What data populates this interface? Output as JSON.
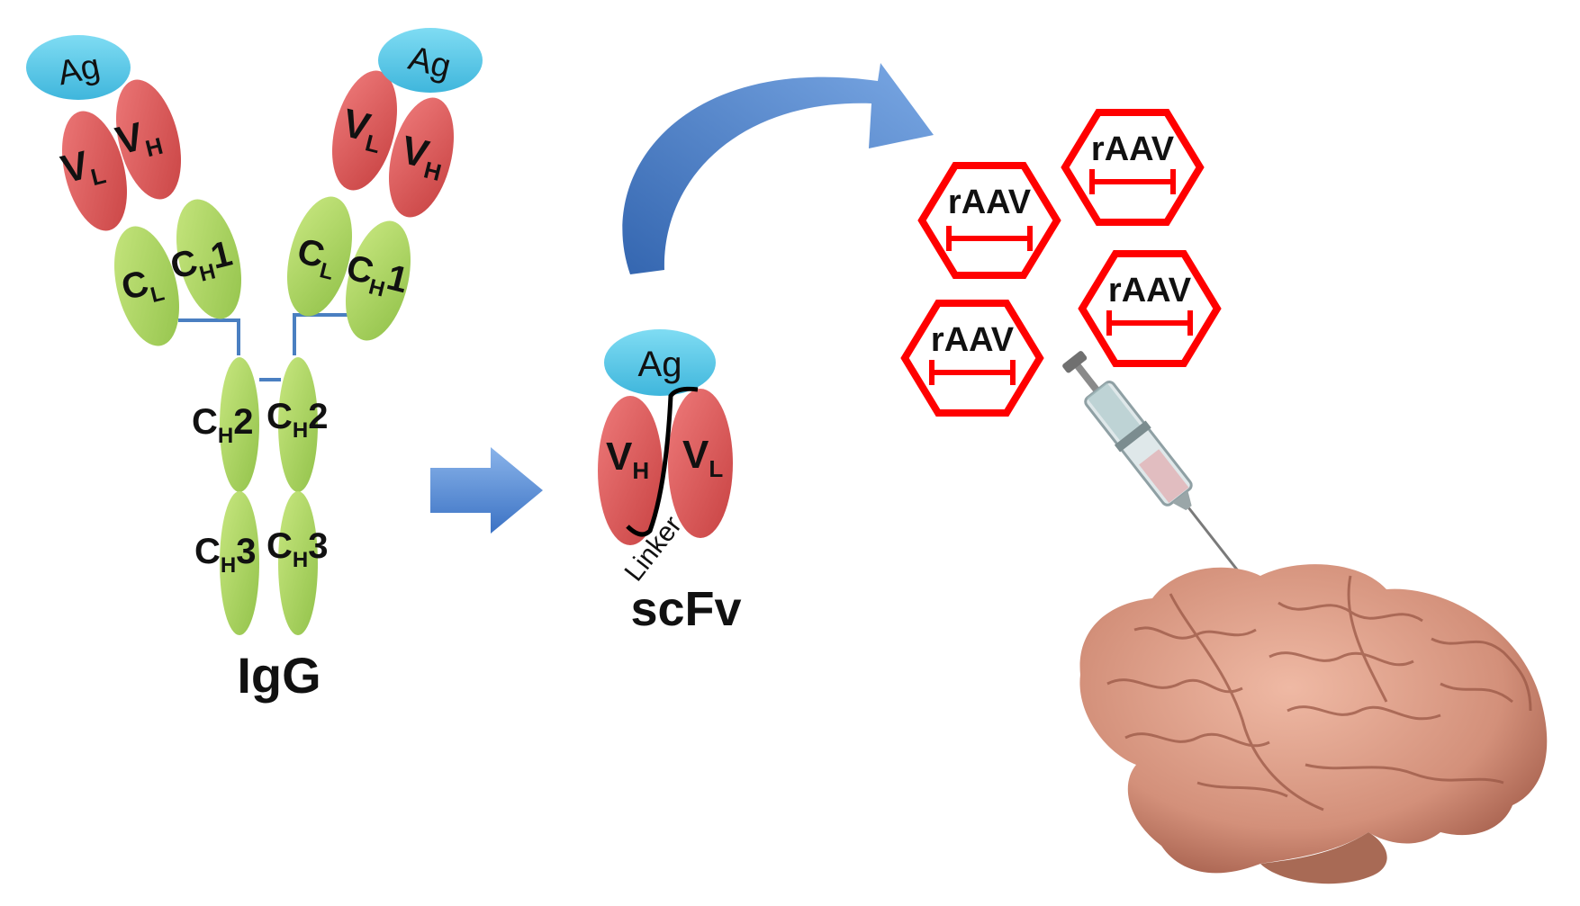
{
  "colors": {
    "antigen": "#5cc8e6",
    "variable": "#e05a5a",
    "constant": "#a8d45a",
    "bond": "#4a7fc1",
    "arrow": "#4f86cf",
    "raav": "#ff0000",
    "brain": "#d99a86"
  },
  "igg": {
    "title": "IgG",
    "left_arm": {
      "ag": "Ag",
      "vl": {
        "main": "V",
        "sub": "L"
      },
      "vh": {
        "main": "V",
        "sub": "H"
      },
      "cl": {
        "main": "C",
        "sub": "L"
      },
      "ch1": {
        "main": "C",
        "sub": "H",
        "suffix": "1"
      }
    },
    "right_arm": {
      "ag": "Ag",
      "vl": {
        "main": "V",
        "sub": "L"
      },
      "vh": {
        "main": "V",
        "sub": "H"
      },
      "cl": {
        "main": "C",
        "sub": "L"
      },
      "ch1": {
        "main": "C",
        "sub": "H",
        "suffix": "1"
      }
    },
    "stem": {
      "ch2_left": {
        "main": "C",
        "sub": "H",
        "suffix": "2"
      },
      "ch2_right": {
        "main": "C",
        "sub": "H",
        "suffix": "2"
      },
      "ch3_left": {
        "main": "C",
        "sub": "H",
        "suffix": "3"
      },
      "ch3_right": {
        "main": "C",
        "sub": "H",
        "suffix": "3"
      }
    }
  },
  "scfv": {
    "title": "scFv",
    "ag": "Ag",
    "vh": {
      "main": "V",
      "sub": "H"
    },
    "vl": {
      "main": "V",
      "sub": "L"
    },
    "linker": "Linker"
  },
  "raav": {
    "label": "rAAV",
    "count": 4
  },
  "icons": {
    "arrow_right": "right-arrow-icon",
    "arrow_curved": "curved-arrow-icon",
    "syringe": "syringe-icon",
    "brain": "brain-icon"
  }
}
